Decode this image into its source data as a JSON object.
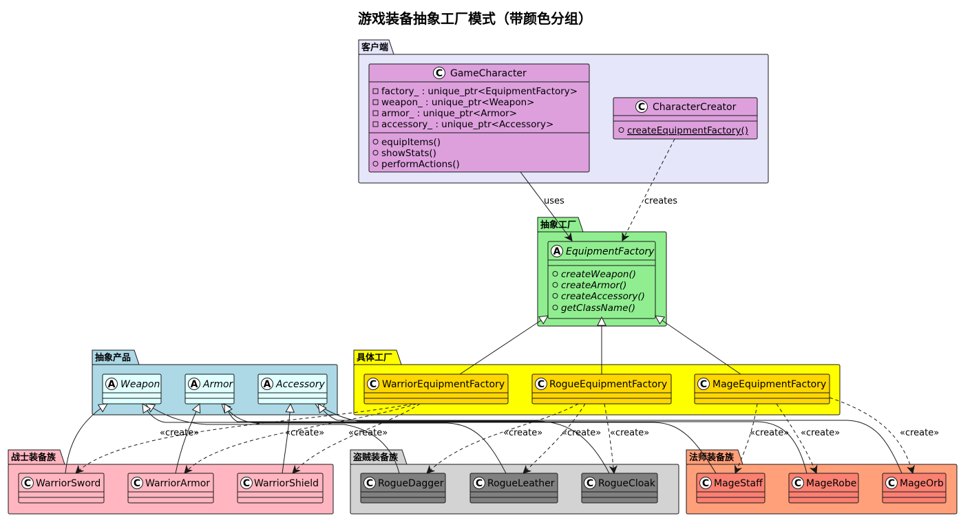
{
  "title": "游戏装备抽象工厂模式（带颜色分组）",
  "colors": {
    "client_pkg": "#E6E6FA",
    "class_pink": "#DDA0DD",
    "abstract_factory_pkg": "#90EE90",
    "concrete_factory_pkg": "#FFFF00",
    "concrete_factory_class": "#FFD700",
    "abstract_product_pkg": "#ADD8E6",
    "abstract_product_class": "#E0FFFF",
    "warrior_pkg": "#FFB6C1",
    "rogue_pkg": "#D3D3D3",
    "rogue_class": "#808080",
    "mage_pkg": "#FFA07A",
    "mage_class": "#FA8072"
  },
  "packages": {
    "client": "客户端",
    "abstract_factory": "抽象工厂",
    "concrete_factory": "具体工厂",
    "abstract_product": "抽象产品",
    "warrior": "战士装备族",
    "rogue": "盗贼装备族",
    "mage": "法师装备族"
  },
  "classes": {
    "game_character": {
      "name": "GameCharacter",
      "stereotype": "C",
      "fields": [
        "factory_ : unique_ptr<EquipmentFactory>",
        "weapon_ : unique_ptr<Weapon>",
        "armor_ : unique_ptr<Armor>",
        "accessory_ : unique_ptr<Accessory>"
      ],
      "methods": [
        "equipItems()",
        "showStats()",
        "performActions()"
      ]
    },
    "character_creator": {
      "name": "CharacterCreator",
      "stereotype": "C",
      "methods": [
        "createEquipmentFactory()"
      ]
    },
    "equipment_factory": {
      "name": "EquipmentFactory",
      "stereotype": "A",
      "methods": [
        "createWeapon()",
        "createArmor()",
        "createAccessory()",
        "getClassName()"
      ]
    },
    "warrior_factory": {
      "name": "WarriorEquipmentFactory",
      "stereotype": "C"
    },
    "rogue_factory": {
      "name": "RogueEquipmentFactory",
      "stereotype": "C"
    },
    "mage_factory": {
      "name": "MageEquipmentFactory",
      "stereotype": "C"
    },
    "weapon": {
      "name": "Weapon",
      "stereotype": "A"
    },
    "armor": {
      "name": "Armor",
      "stereotype": "A"
    },
    "accessory": {
      "name": "Accessory",
      "stereotype": "A"
    },
    "warrior_sword": {
      "name": "WarriorSword",
      "stereotype": "C"
    },
    "warrior_armor": {
      "name": "WarriorArmor",
      "stereotype": "C"
    },
    "warrior_shield": {
      "name": "WarriorShield",
      "stereotype": "C"
    },
    "rogue_dagger": {
      "name": "RogueDagger",
      "stereotype": "C"
    },
    "rogue_leather": {
      "name": "RogueLeather",
      "stereotype": "C"
    },
    "rogue_cloak": {
      "name": "RogueCloak",
      "stereotype": "C"
    },
    "mage_staff": {
      "name": "MageStaff",
      "stereotype": "C"
    },
    "mage_robe": {
      "name": "MageRobe",
      "stereotype": "C"
    },
    "mage_orb": {
      "name": "MageOrb",
      "stereotype": "C"
    }
  },
  "edge_labels": {
    "uses": "uses",
    "creates": "creates",
    "create": "«create»"
  }
}
